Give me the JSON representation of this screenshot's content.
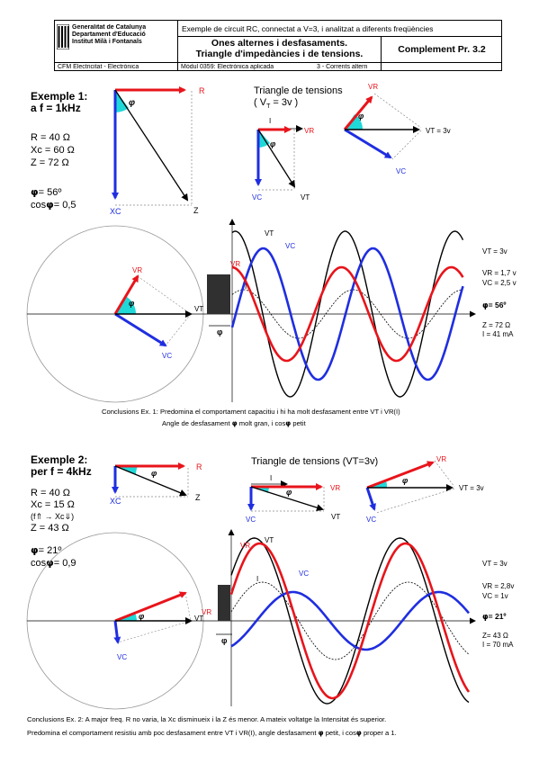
{
  "header": {
    "school_line1": "Generalitat de Catalunya",
    "school_line2": "Departament d'Educació",
    "school_line3": "Institut Milà i Fontanals",
    "subtitle": "Exemple de circuit RC, connectat a V=3, i analitzat a diferents freqüències",
    "title_line1": "Ones alternes i desfasaments.",
    "title_line2": "Triangle d'impedàncies i de tensions.",
    "complement": "Complement  Pr. 3.2",
    "cfm": "CFM Electricitat - Electrònica",
    "module": "Mòdul 0359: Electrònica aplicada",
    "unit": "3 - Corrents altern"
  },
  "example1": {
    "title_line1": "Exemple 1:",
    "title_line2": "a f = 1kHz",
    "r": "R = 40 Ω",
    "xc": "Xc = 60 Ω",
    "z": "Z = 72 Ω",
    "phi": "= 56º",
    "cos": "cos",
    "cos_val": "= 0,5",
    "triangle_title": "Triangle de tensions",
    "triangle_sub": "( V",
    "triangle_sub2": "T",
    "triangle_sub3": " = 3v )",
    "labels": {
      "R": "R",
      "XC": "XC",
      "Z": "Z",
      "VR": "VR",
      "VC": "VC",
      "VT": "VT",
      "I": "I",
      "VT3": "VT = 3v",
      "phi": "φ"
    },
    "right": {
      "vt": "VT = 3v",
      "vr": "VR = 1,7 v",
      "vc": "VC = 2,5 v",
      "phi": "= 56º",
      "z": "Z = 72 Ω",
      "i": "I = 41 mA"
    },
    "conclusion_line1": "Conclusions Ex. 1: Predomina el comportament capacitiu i hi ha molt desfasament entre VT i VR(I)",
    "conclusion_line2a": "Angle de desfasament",
    "conclusion_line2b": "molt gran, i cos",
    "conclusion_line2c": "petit"
  },
  "example2": {
    "title_line1": "Exemple 2:",
    "title_line2": "per f = 4kHz",
    "r": "R = 40 Ω",
    "xc": "Xc = 15 Ω",
    "rule": "(f⇑ → Xc⇓)",
    "z": "Z = 43 Ω",
    "phi": "= 21º",
    "cos": "cos",
    "cos_val": "= 0,9",
    "triangle_title": "Triangle de tensions (VT=3v)",
    "labels": {
      "R": "R",
      "XC": "XC",
      "Z": "Z",
      "VR": "VR",
      "VC": "VC",
      "VT": "VT",
      "I": "I",
      "VT3": "VT = 3v",
      "phi": "φ"
    },
    "right": {
      "vt": "VT = 3v",
      "vr": "VR = 2,8v",
      "vc": "VC = 1v",
      "phi": "= 21º",
      "z": "Z= 43 Ω",
      "i": "I = 70 mA"
    },
    "conclusion_line1": "Conclusions Ex. 2: A major freq. R no varia, la Xc disminueix i la Z és menor. A mateix voltatge la Intensitat és superior.",
    "conclusion_line2a": "Predomina el comportament resistiu amb poc desfasament entre VT i VR(I), angle desfasament",
    "conclusion_line2b": "petit, i cos",
    "conclusion_line2c": "proper a 1."
  },
  "colors": {
    "red": "#e8141b",
    "blue": "#1f2ee0",
    "cyan": "#20d8d8",
    "black": "#000000",
    "gray_fill": "#303030"
  }
}
